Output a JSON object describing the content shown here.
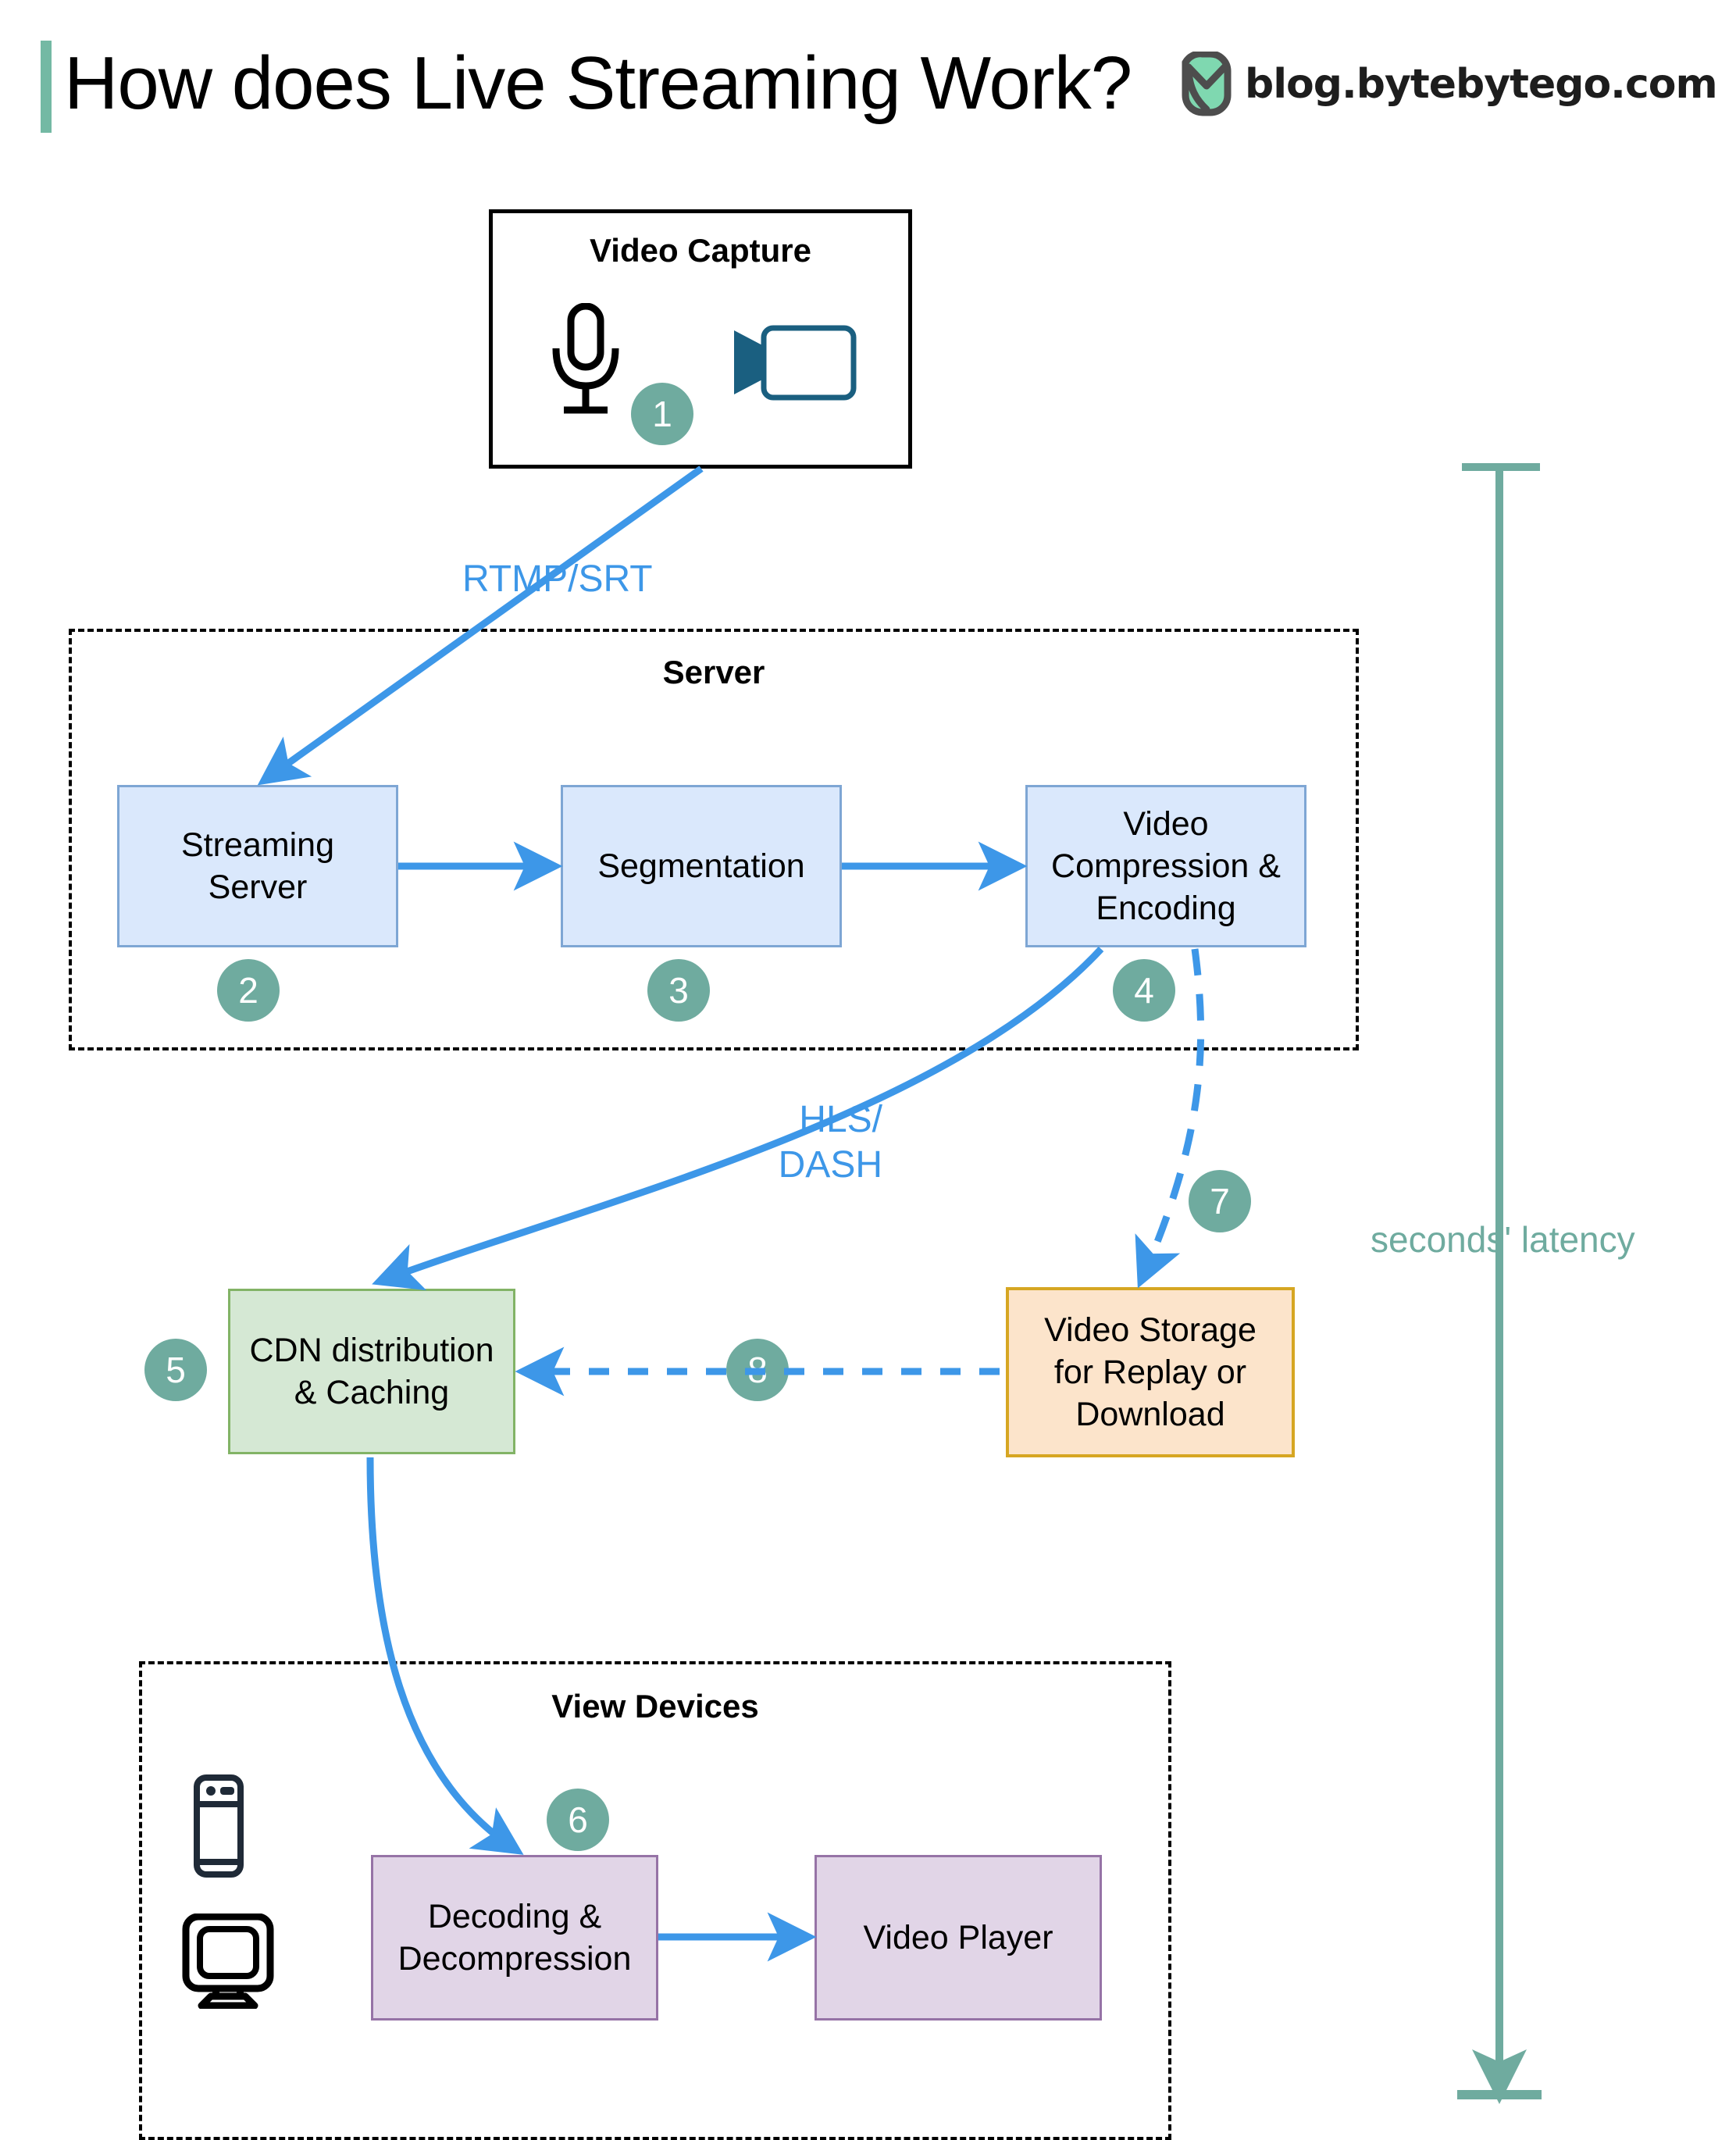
{
  "header": {
    "title": "How does Live Streaming Work?",
    "brand_text": "blog.bytebytego.com",
    "logo_icon": "bytebytego-logo-icon",
    "accent_bar_color": "#74b9a4"
  },
  "colors": {
    "step_badge": "#6fab9f",
    "flow_arrow_blue": "#3d97e8",
    "blue_box_fill": "#dae8fc",
    "blue_box_stroke": "#7ea6d4",
    "green_box_fill": "#d5e8d4",
    "green_box_stroke": "#82b366",
    "orange_box_fill": "#fce4cb",
    "orange_box_stroke": "#d6a622",
    "purple_box_fill": "#e1d5e7",
    "purple_box_stroke": "#9673a6",
    "latency_teal": "#6fab9f"
  },
  "groups": {
    "capture": {
      "title": "Video Capture"
    },
    "server": {
      "title": "Server"
    },
    "view_devices": {
      "title": "View Devices"
    }
  },
  "nodes": {
    "streaming_server": "Streaming\nServer",
    "segmentation": "Segmentation",
    "video_compression": "Video\nCompression &\nEncoding",
    "cdn": "CDN distribution\n& Caching",
    "video_storage": "Video Storage\nfor Replay or\nDownload",
    "decoding": "Decoding &\nDecompression",
    "video_player": "Video Player"
  },
  "steps": {
    "s1": "1",
    "s2": "2",
    "s3": "3",
    "s4": "4",
    "s5": "5",
    "s6": "6",
    "s7": "7",
    "s8": "8"
  },
  "flow_labels": {
    "rtmp_srt": "RTMP/SRT",
    "hls_dash": "HLS/\nDASH"
  },
  "latency": {
    "label": "seconds' latency"
  },
  "icons": {
    "microphone": "microphone-icon",
    "camcorder": "camcorder-icon",
    "phone": "mobile-phone-icon",
    "monitor": "desktop-monitor-icon"
  }
}
